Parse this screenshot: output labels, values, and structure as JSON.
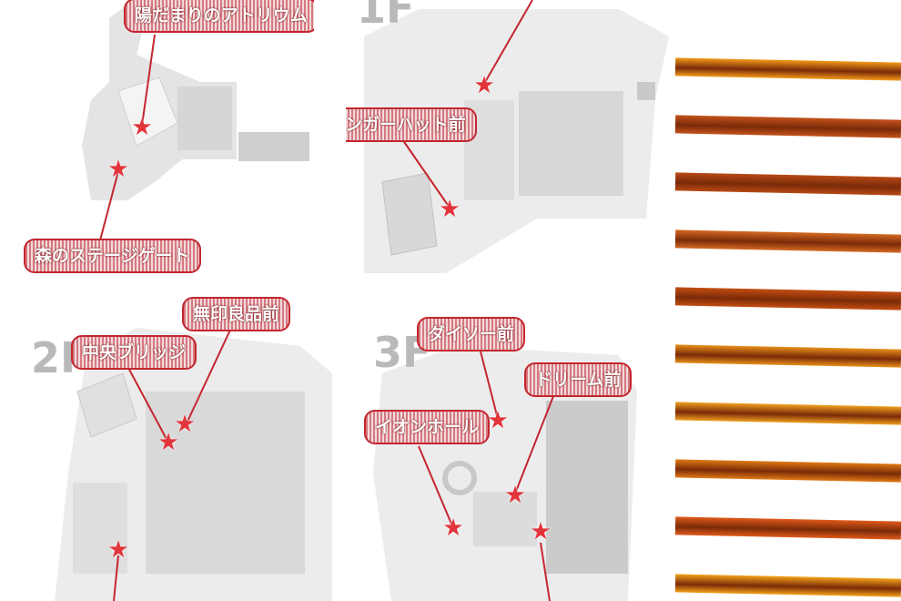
{
  "maps": [
    {
      "id": "top-left",
      "floor": "",
      "locations": [
        {
          "name": "陽だまりのアトリウム"
        },
        {
          "name": "森のステージゲート"
        }
      ]
    },
    {
      "id": "top-mid",
      "floor": "1F",
      "locations": [
        {
          "name": "リンガーハット前"
        }
      ]
    },
    {
      "id": "bottom-left",
      "floor": "2F",
      "locations": [
        {
          "name": "中央ブリッジ"
        },
        {
          "name": "無印良品前"
        }
      ]
    },
    {
      "id": "bottom-mid",
      "floor": "3F",
      "locations": [
        {
          "name": "ダイソー前"
        },
        {
          "name": "イオンホール"
        },
        {
          "name": "ドリーム前"
        }
      ]
    }
  ],
  "colors": {
    "marker": "#e3343b",
    "callout_border": "#c4262f",
    "floor_plan": "#d9d9d9",
    "floor_label": "#b9b9b9"
  },
  "icons": [
    "star-marker-icon"
  ],
  "strips": [
    "#f39a1a",
    "#c4521c",
    "#b84a16",
    "#d46a22",
    "#c44e12",
    "#e8901a",
    "#f0a020",
    "#e07a14",
    "#e05a1a",
    "#f4a21a"
  ]
}
